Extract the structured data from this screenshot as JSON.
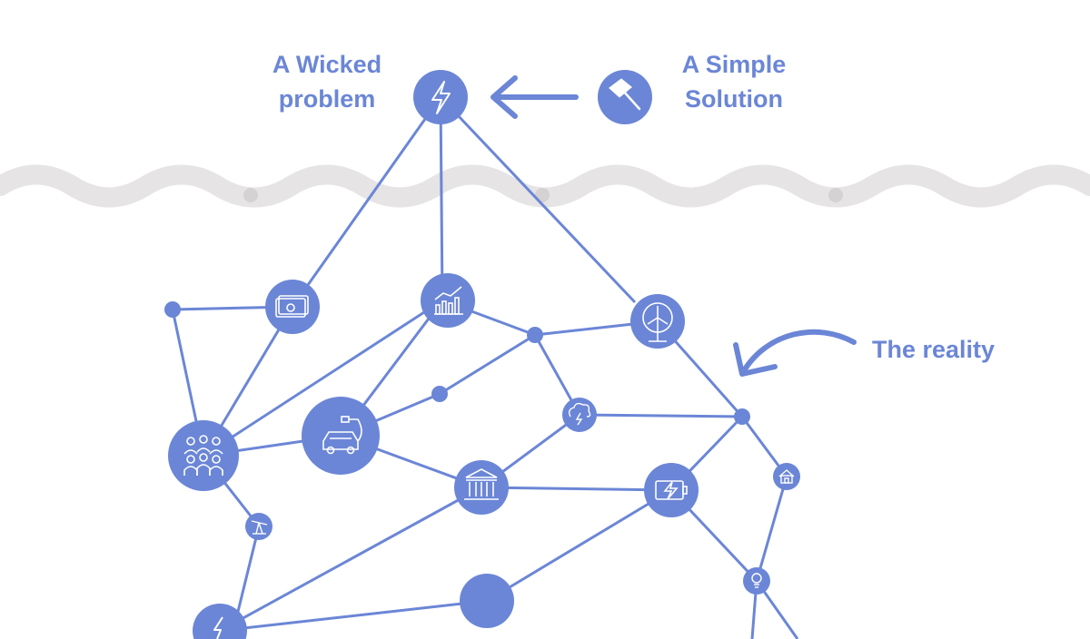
{
  "labels": {
    "wicked_line1": "A Wicked",
    "wicked_line2": "problem",
    "simple_line1": "A Simple",
    "simple_line2": "Solution",
    "reality": "The reality"
  },
  "colors": {
    "accent": "#6b86d6",
    "wave": "#e6e4e4",
    "wave_dot": "#d4d2d2",
    "background": "#ffffff"
  },
  "nodes": [
    {
      "id": "wicked",
      "icon": "lightning-icon"
    },
    {
      "id": "solution",
      "icon": "hammer-icon"
    },
    {
      "id": "money",
      "icon": "money-icon"
    },
    {
      "id": "growth",
      "icon": "chart-growth-icon"
    },
    {
      "id": "wind",
      "icon": "wind-turbine-icon"
    },
    {
      "id": "people",
      "icon": "people-icon"
    },
    {
      "id": "ecar",
      "icon": "electric-car-icon"
    },
    {
      "id": "storm",
      "icon": "storm-cloud-icon"
    },
    {
      "id": "government",
      "icon": "government-building-icon"
    },
    {
      "id": "battery",
      "icon": "battery-charging-icon"
    },
    {
      "id": "house",
      "icon": "house-icon"
    },
    {
      "id": "oilpump",
      "icon": "oil-pump-icon"
    },
    {
      "id": "bulb",
      "icon": "lightbulb-icon"
    },
    {
      "id": "bottom-power",
      "icon": "lightning-icon"
    }
  ]
}
